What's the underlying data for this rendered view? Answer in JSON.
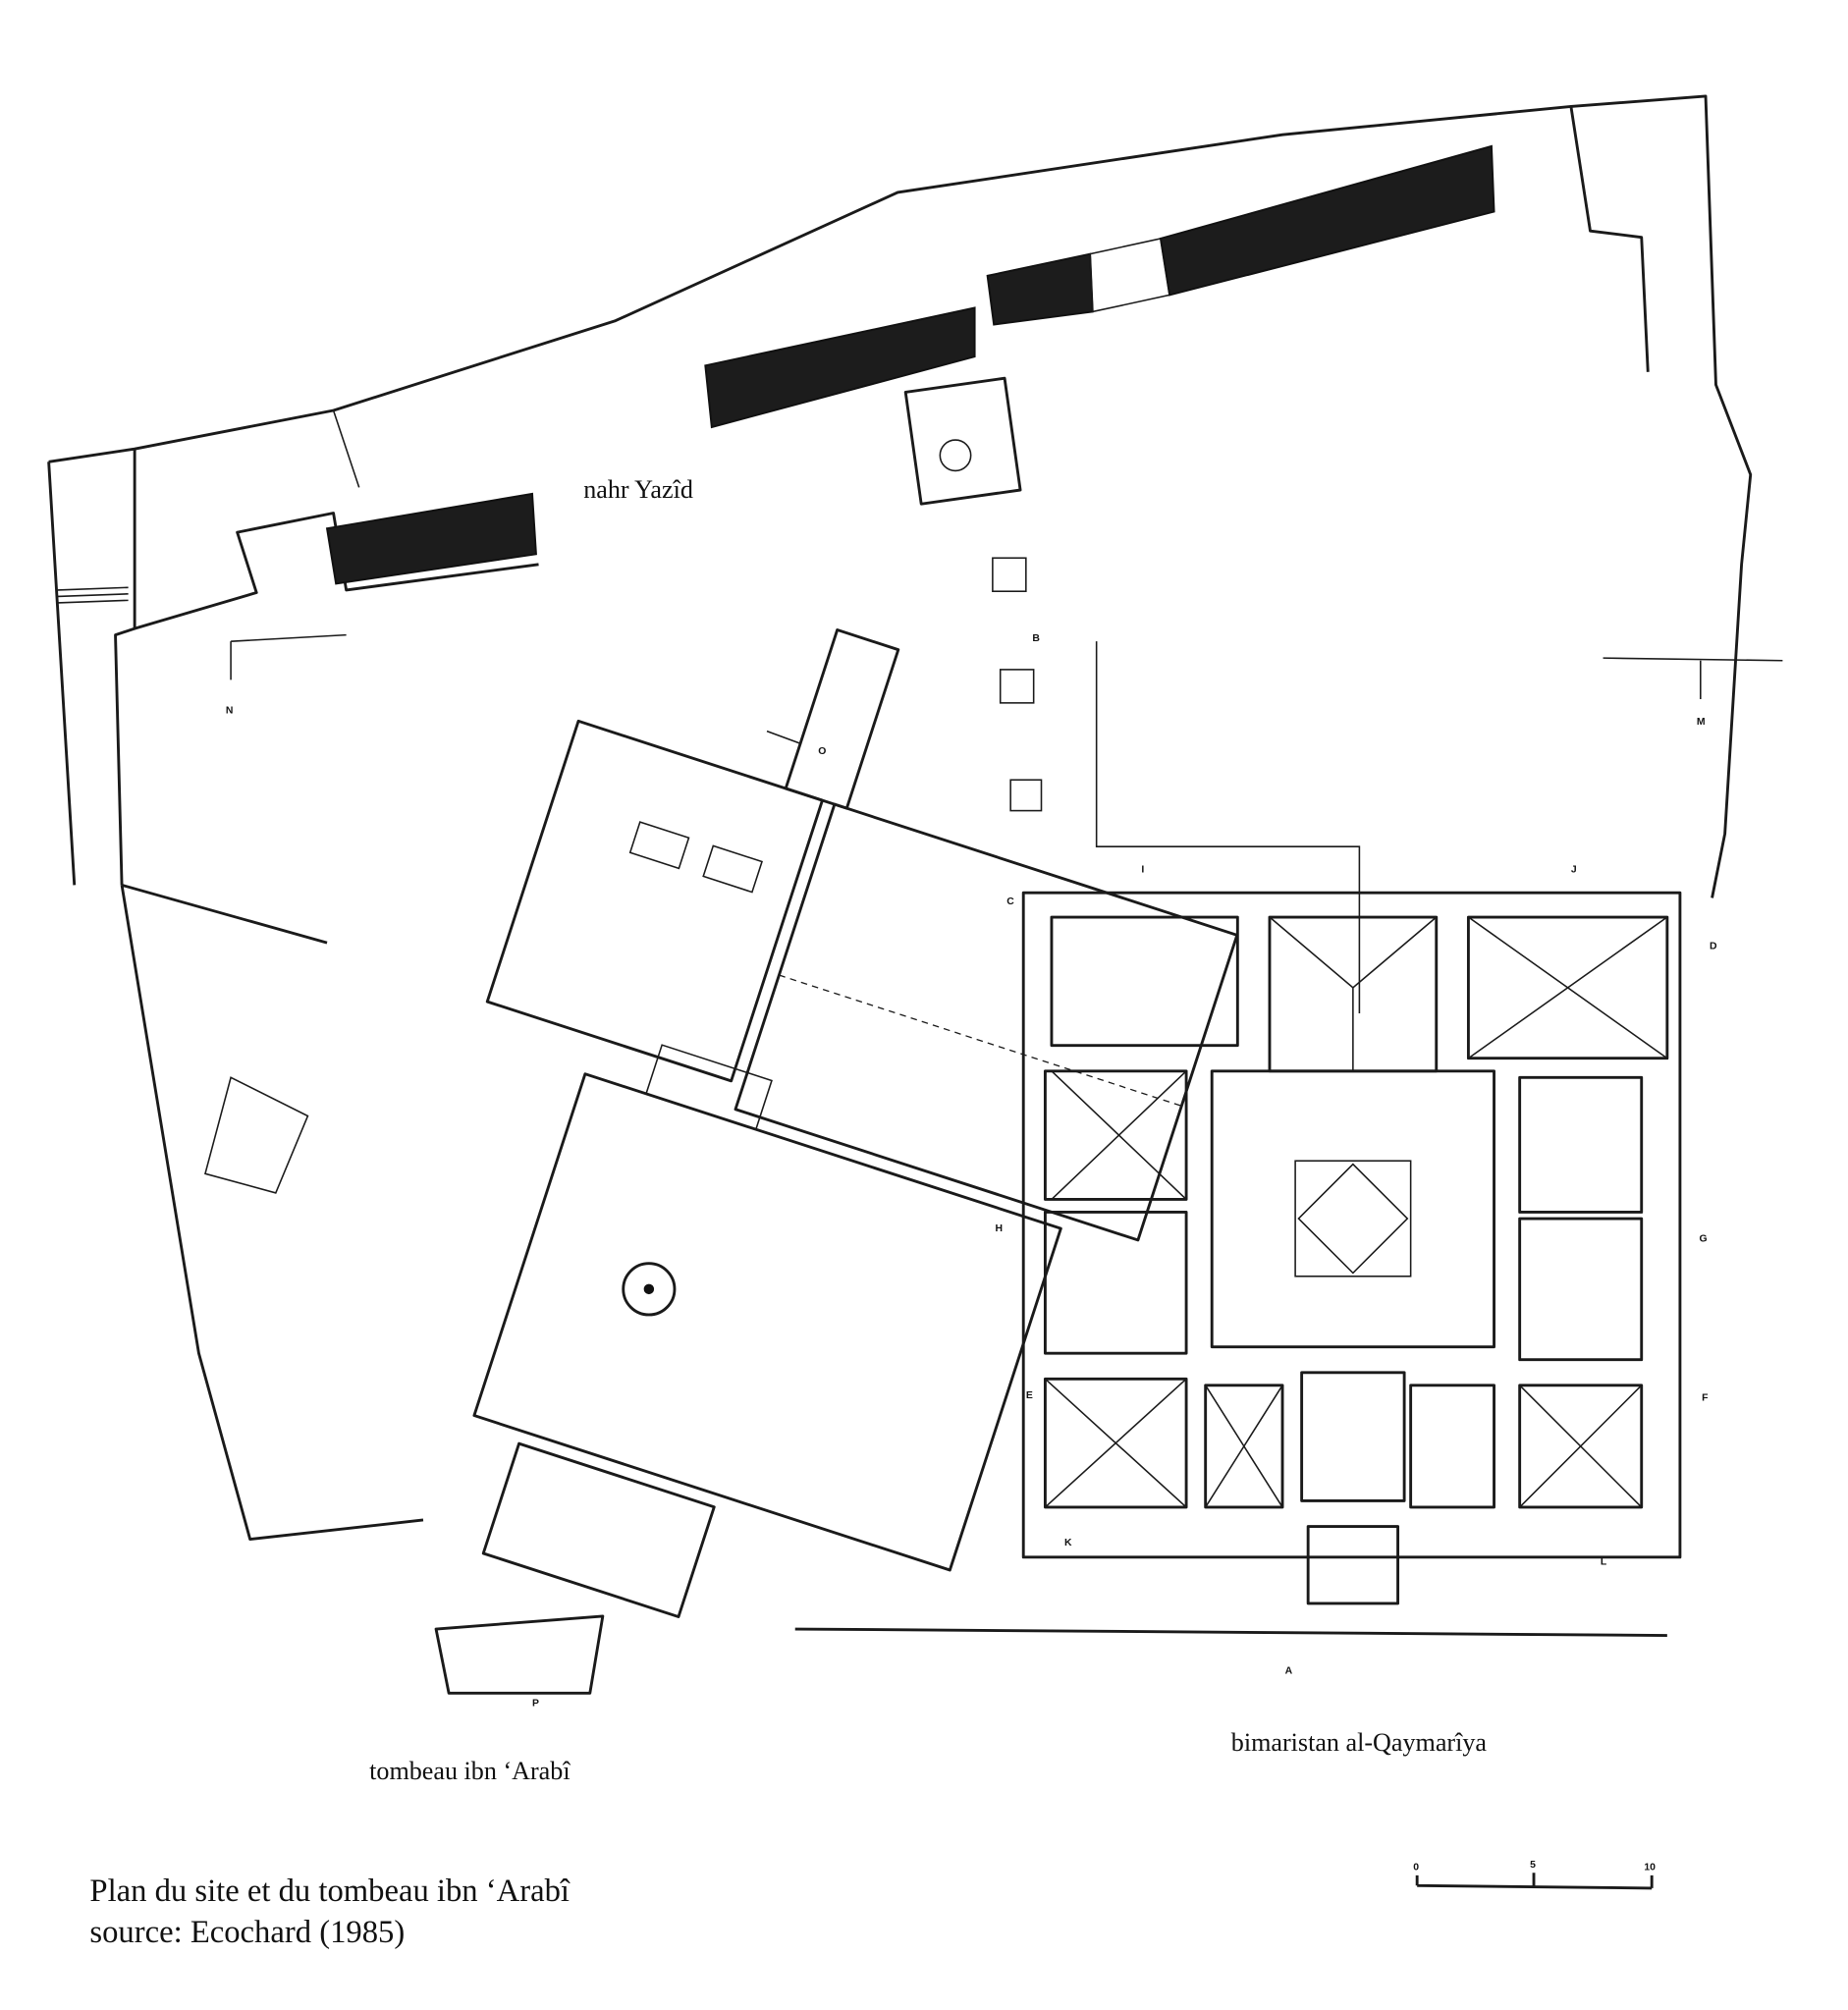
{
  "labels": {
    "river": "nahr Yazîd",
    "tomb": "tombeau ibn ‘Arabî",
    "hospital": "bimaristan al-Qaymarîya"
  },
  "caption": {
    "title": "Plan du site et du tombeau ibn ‘Arabî",
    "source": "source: Ecochard (1985)"
  },
  "section_marks": [
    "N",
    "B",
    "O",
    "M",
    "C",
    "D",
    "I",
    "J",
    "H",
    "G",
    "E",
    "F",
    "K",
    "L",
    "A",
    "P"
  ],
  "scale_bar": {
    "ticks": [
      "0",
      "5",
      "10"
    ]
  }
}
